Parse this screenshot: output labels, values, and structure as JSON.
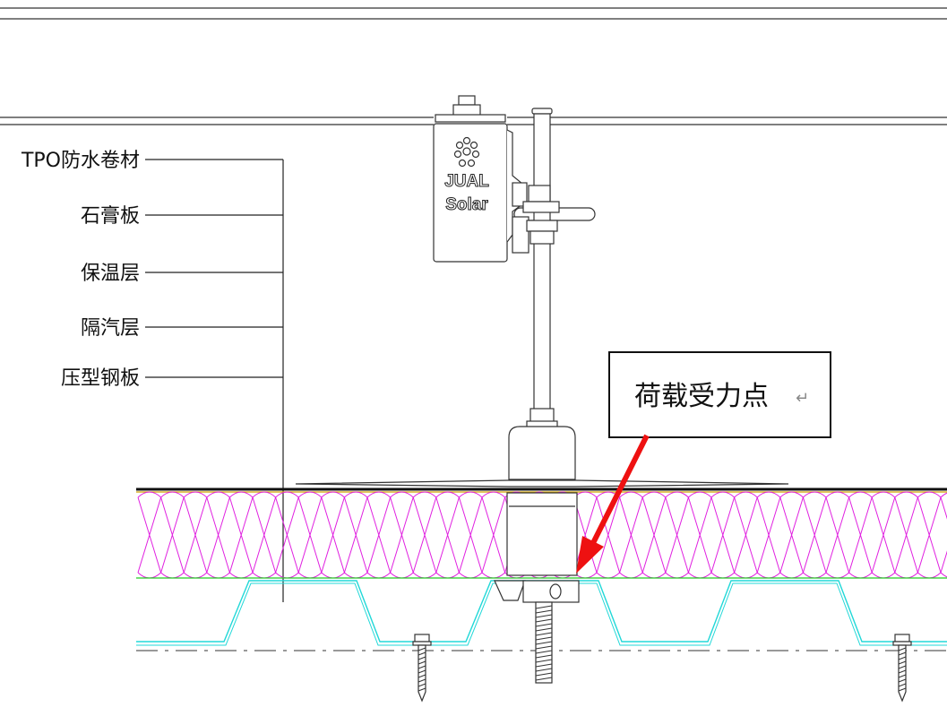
{
  "labels": {
    "tpo": "TPO防水卷材",
    "gypsum": "石膏板",
    "insulation": "保温层",
    "vapor": "隔汽层",
    "steel": "压型钢板"
  },
  "brand": {
    "line1": "JUAL",
    "line2": "Solar"
  },
  "callout": {
    "text": "荷载受力点",
    "return_mark": "↵"
  },
  "colors": {
    "insulation": "#e020e0",
    "vapor_line": "#22cc22",
    "steel_deck": "#22d8d8",
    "tpo_line": "#d0a000",
    "arrow": "#ee1111",
    "line": "#222222"
  }
}
